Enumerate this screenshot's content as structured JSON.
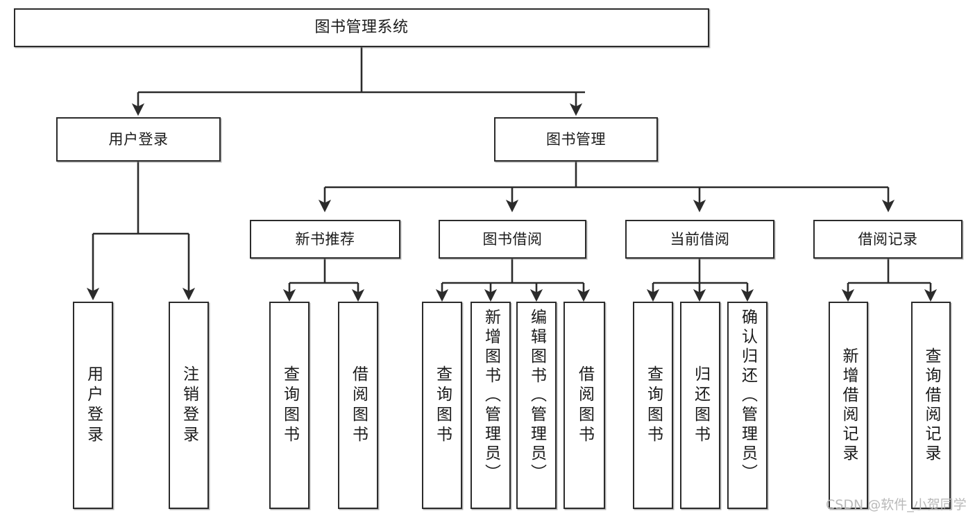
{
  "diagram": {
    "title": "图书管理系统",
    "type": "tree-hierarchy",
    "colors": {
      "background": "#ffffff",
      "node_border": "#2b2b2b",
      "node_fill": "#ffffff",
      "edge": "#2b2b2b",
      "watermark": "#b9b9b9"
    }
  },
  "nodes": {
    "root": {
      "label": "图书管理系统"
    },
    "level1": [
      {
        "id": "user-login",
        "label": "用户登录"
      },
      {
        "id": "book-management",
        "label": "图书管理"
      }
    ],
    "level2": [
      {
        "id": "new-book-recommend",
        "label": "新书推荐"
      },
      {
        "id": "book-borrow",
        "label": "图书借阅"
      },
      {
        "id": "current-borrow",
        "label": "当前借阅"
      },
      {
        "id": "borrow-record",
        "label": "借阅记录"
      }
    ],
    "leaves": {
      "user_login": [
        {
          "id": "leaf-user-login",
          "label": "用户登录"
        },
        {
          "id": "leaf-user-logout",
          "label": "注销登录"
        }
      ],
      "new_book_recommend": [
        {
          "id": "leaf-query-book-1",
          "label": "查询图书"
        },
        {
          "id": "leaf-borrow-book-1",
          "label": "借阅图书"
        }
      ],
      "book_borrow": [
        {
          "id": "leaf-query-book-2",
          "label": "查询图书"
        },
        {
          "id": "leaf-add-book",
          "label": "新增图书（管理员）"
        },
        {
          "id": "leaf-edit-book",
          "label": "编辑图书（管理员）"
        },
        {
          "id": "leaf-borrow-book-2",
          "label": "借阅图书"
        }
      ],
      "current_borrow": [
        {
          "id": "leaf-query-book-3",
          "label": "查询图书"
        },
        {
          "id": "leaf-return-book",
          "label": "归还图书"
        },
        {
          "id": "leaf-confirm-return",
          "label": "确认归还（管理员）"
        }
      ],
      "borrow_record": [
        {
          "id": "leaf-add-record",
          "label": "新增借阅记录"
        },
        {
          "id": "leaf-query-record",
          "label": "查询借阅记录"
        }
      ]
    }
  },
  "watermark": {
    "text": "CSDN @软件_小贺同学"
  }
}
